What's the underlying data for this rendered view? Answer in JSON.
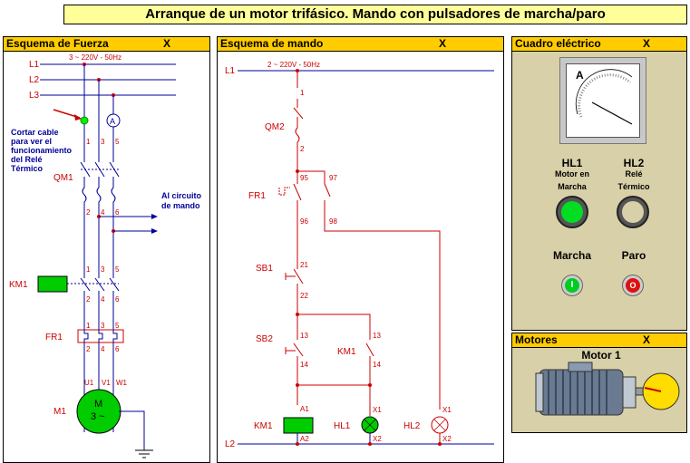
{
  "title": "Arranque de un motor trifásico. Mando con pulsadores de marcha/paro",
  "panels": {
    "power": {
      "title": "Esquema de Fuerza",
      "close": "X"
    },
    "control": {
      "title": "Esquema de mando",
      "close": "X"
    },
    "cabinet": {
      "title": "Cuadro eléctrico",
      "close": "X"
    },
    "motors": {
      "title": "Motores",
      "close": "X"
    }
  },
  "power": {
    "lines": [
      "L1",
      "L2",
      "L3"
    ],
    "supply": "3 ~ 220V - 50Hz",
    "ammeter": "A",
    "note": [
      "Cortar cable",
      "para ver el",
      "funcionamiento",
      "del Relé",
      "Térmico"
    ],
    "to_control": [
      "Al circuito",
      "de mando"
    ],
    "qm1": "QM1",
    "km1": "KM1",
    "fr1": "FR1",
    "m1": "M1",
    "motor_symbol": [
      "M",
      "3 ~"
    ],
    "terminals_top": [
      "1",
      "3",
      "5"
    ],
    "terminals_bottom": [
      "2",
      "4",
      "6"
    ],
    "motor_terms": [
      "U1",
      "V1",
      "W1"
    ]
  },
  "control": {
    "l1": "L1",
    "l2": "L2",
    "supply": "2 ~ 220V - 50Hz",
    "qm2": "QM2",
    "fr1": "FR1",
    "sb1": "SB1",
    "sb2": "SB2",
    "km1_contact": "KM1",
    "km1_coil": "KM1",
    "hl1": "HL1",
    "hl2": "HL2",
    "n1": "1",
    "n2": "2",
    "n95": "95",
    "n96": "96",
    "n97": "97",
    "n98": "98",
    "n21": "21",
    "n22": "22",
    "n13a": "13",
    "n14a": "14",
    "n13b": "13",
    "n14b": "14",
    "a1": "A1",
    "a2": "A2",
    "x1a": "X1",
    "x2a": "X2",
    "x1b": "X1",
    "x2b": "X2"
  },
  "cabinet": {
    "meter_label": "A",
    "hl1": {
      "name": "HL1",
      "desc1": "Motor en",
      "desc2": "Marcha"
    },
    "hl2": {
      "name": "HL2",
      "desc1": "Relé",
      "desc2": "Térmico"
    },
    "start": "Marcha",
    "stop": "Paro",
    "start_symbol": "I",
    "stop_symbol": "O"
  },
  "motors": {
    "label": "Motor 1"
  },
  "colors": {
    "header": "#ffcc00",
    "title_bg": "#ffff99",
    "cabinet_bg": "#d8d0a8",
    "lamp_on": "#00cc00",
    "stop_red": "#cc0000"
  }
}
